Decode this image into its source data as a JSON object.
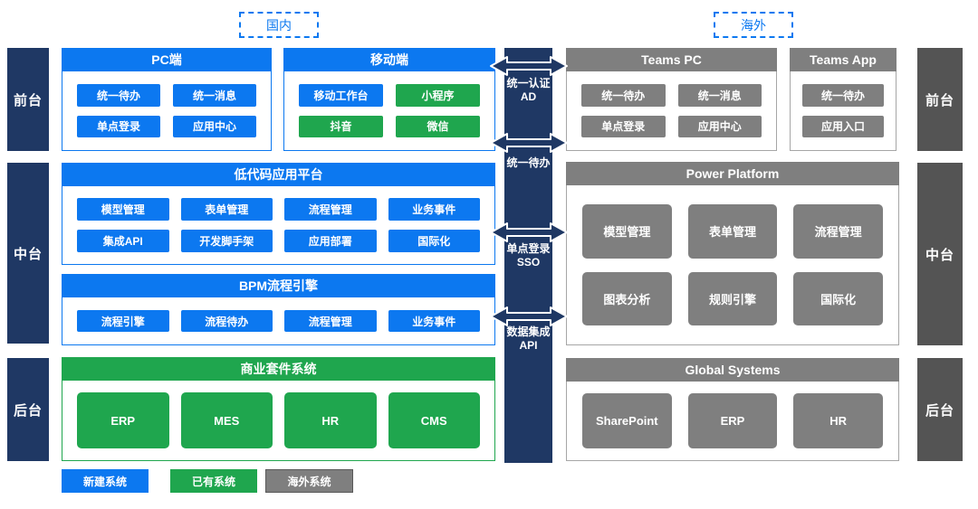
{
  "colors": {
    "blue": "#0c78f0",
    "green": "#1fa64e",
    "gray": "#7f7f7f",
    "gray-dark": "#545454",
    "navy": "#1f3864",
    "border-gray": "#a6a6a6"
  },
  "region_labels": {
    "domestic": "国内",
    "overseas": "海外"
  },
  "sidebar_left": {
    "front": "前台",
    "middle": "中台",
    "back": "后台"
  },
  "sidebar_right": {
    "front": "前台",
    "middle": "中台",
    "back": "后台"
  },
  "domestic": {
    "pc": {
      "title": "PC端",
      "items": [
        {
          "label": "统一待办"
        },
        {
          "label": "统一消息"
        },
        {
          "label": "单点登录"
        },
        {
          "label": "应用中心"
        }
      ]
    },
    "mobile": {
      "title": "移动端",
      "items": [
        {
          "label": "移动工作台"
        },
        {
          "label": "小程序"
        },
        {
          "label": "抖音"
        },
        {
          "label": "微信"
        }
      ]
    },
    "lowcode": {
      "title": "低代码应用平台",
      "items": [
        {
          "label": "模型管理"
        },
        {
          "label": "表单管理"
        },
        {
          "label": "流程管理"
        },
        {
          "label": "业务事件"
        },
        {
          "label": "集成API"
        },
        {
          "label": "开发脚手架"
        },
        {
          "label": "应用部署"
        },
        {
          "label": "国际化"
        }
      ]
    },
    "bpm": {
      "title": "BPM流程引擎",
      "items": [
        {
          "label": "流程引擎"
        },
        {
          "label": "流程待办"
        },
        {
          "label": "流程管理"
        },
        {
          "label": "业务事件"
        }
      ]
    },
    "suite": {
      "title": "商业套件系统",
      "items": [
        {
          "label": "ERP"
        },
        {
          "label": "MES"
        },
        {
          "label": "HR"
        },
        {
          "label": "CMS"
        }
      ]
    }
  },
  "connector": {
    "labels": [
      {
        "line1": "统一认证",
        "line2": "AD"
      },
      {
        "line1": "统一待办",
        "line2": ""
      },
      {
        "line1": "单点登录",
        "line2": "SSO"
      },
      {
        "line1": "数据集成",
        "line2": "API"
      }
    ]
  },
  "overseas": {
    "teams_pc": {
      "title": "Teams PC",
      "items": [
        {
          "label": "统一待办"
        },
        {
          "label": "统一消息"
        },
        {
          "label": "单点登录"
        },
        {
          "label": "应用中心"
        }
      ]
    },
    "teams_app": {
      "title": "Teams App",
      "items": [
        {
          "label": "统一待办"
        },
        {
          "label": "应用入口"
        }
      ]
    },
    "power_platform": {
      "title": "Power Platform",
      "items": [
        {
          "label": "模型管理"
        },
        {
          "label": "表单管理"
        },
        {
          "label": "流程管理"
        },
        {
          "label": "图表分析"
        },
        {
          "label": "规则引擎"
        },
        {
          "label": "国际化"
        }
      ]
    },
    "global_systems": {
      "title": "Global Systems",
      "items": [
        {
          "label": "SharePoint"
        },
        {
          "label": "ERP"
        },
        {
          "label": "HR"
        }
      ]
    }
  },
  "legend": {
    "items": [
      {
        "label": "新建系统"
      },
      {
        "label": "已有系统"
      },
      {
        "label": "海外系统"
      }
    ]
  }
}
